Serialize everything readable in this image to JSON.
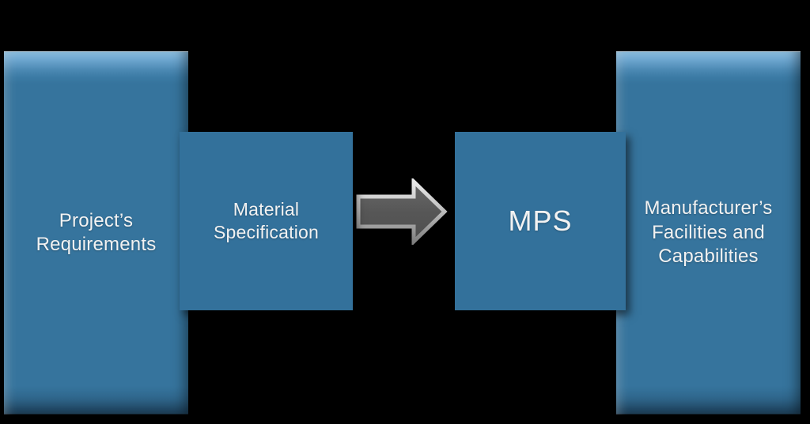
{
  "diagram": {
    "title": "Material specification to MPS flow",
    "background_color": "#000000",
    "text_color": "#f2f2f2",
    "pillar_fill_color": "#36749d",
    "pillar_highlight_color": "#8ec1e2",
    "box_fill_color": "#33719b",
    "arrow_fill_color": "#575757",
    "arrow_edge_color": "#d9d9d9",
    "nodes": {
      "projects_requirements": {
        "label": "Project’s\nRequirements",
        "shape": "beveled-pillar"
      },
      "material_specification": {
        "label": "Material\nSpecification",
        "shape": "flat-square"
      },
      "flow_arrow": {
        "icon": "right-arrow",
        "direction": "right"
      },
      "mps": {
        "label": "MPS",
        "shape": "flat-square"
      },
      "manufacturers_facilities": {
        "label": "Manufacturer’s\nFacilities and\nCapabilities",
        "shape": "beveled-pillar"
      }
    }
  }
}
